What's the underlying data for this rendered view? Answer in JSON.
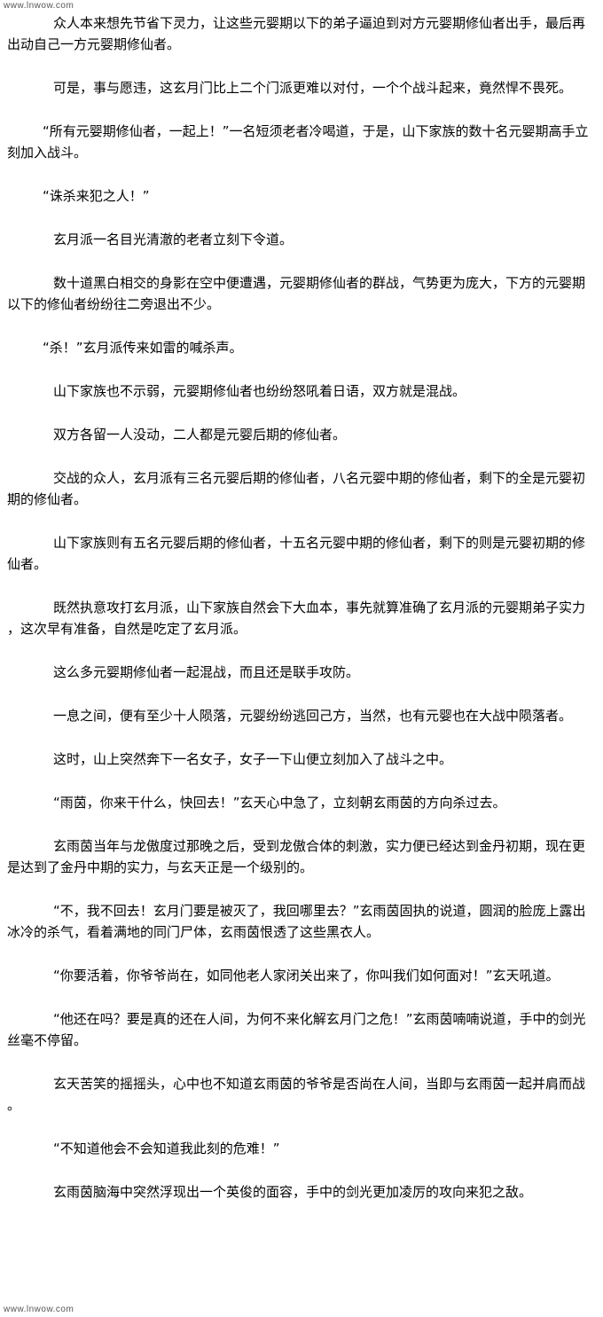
{
  "watermark": {
    "top": "www.lnwow.com",
    "bottom": "www.lnwow.com"
  },
  "paragraphs": [
    {
      "text": "众人本来想先节省下灵力，让这些元婴期以下的弟子逼迫到对方元婴期修仙者出手，最后再出动自己一方元婴期修仙者。",
      "gap": 0,
      "indent": "normal"
    },
    {
      "text": "可是，事与愿违，这玄月门比上二个门派更难以对付，一个个战斗起来，竟然悍不畏死。",
      "gap": 25,
      "indent": "normal"
    },
    {
      "text": "“所有元婴期修仙者，一起上！”一名短须老者冷喝道，于是，山下家族的数十名元婴期高手立刻加入战斗。",
      "gap": 25,
      "indent": "tight"
    },
    {
      "text": "“诛杀来犯之人！”",
      "gap": 25,
      "indent": "tight"
    },
    {
      "text": "玄月派一名目光清澈的老者立刻下令道。",
      "gap": 25,
      "indent": "normal"
    },
    {
      "text": "数十道黑白相交的身影在空中便遭遇，元婴期修仙者的群战，气势更为庞大，下方的元婴期以下的修仙者纷纷往二旁退出不少。",
      "gap": 25,
      "indent": "normal"
    },
    {
      "text": "“杀！”玄月派传来如雷的喊杀声。",
      "gap": 25,
      "indent": "tight"
    },
    {
      "text": "山下家族也不示弱，元婴期修仙者也纷纷怒吼着日语，双方就是混战。",
      "gap": 25,
      "indent": "normal"
    },
    {
      "text": "双方各留一人没动，二人都是元婴后期的修仙者。",
      "gap": 25,
      "indent": "normal"
    },
    {
      "text": "交战的众人，玄月派有三名元婴后期的修仙者，八名元婴中期的修仙者，剩下的全是元婴初期的修仙者。",
      "gap": 25,
      "indent": "normal"
    },
    {
      "text": "山下家族则有五名元婴后期的修仙者，十五名元婴中期的修仙者，剩下的则是元婴初期的修仙者。",
      "gap": 25,
      "indent": "normal"
    },
    {
      "text": "既然执意攻打玄月派，山下家族自然会下大血本，事先就算准确了玄月派的元婴期弟子实力，这次早有准备，自然是吃定了玄月派。",
      "gap": 25,
      "indent": "normal"
    },
    {
      "text": "这么多元婴期修仙者一起混战，而且还是联手攻防。",
      "gap": 25,
      "indent": "normal"
    },
    {
      "text": "一息之间，便有至少十人陨落，元婴纷纷逃回己方，当然，也有元婴也在大战中陨落者。",
      "gap": 25,
      "indent": "normal"
    },
    {
      "text": "这时，山上突然奔下一名女子，女子一下山便立刻加入了战斗之中。",
      "gap": 25,
      "indent": "normal"
    },
    {
      "text": "“雨茵，你来干什么，快回去！”玄天心中急了，立刻朝玄雨茵的方向杀过去。",
      "gap": 25,
      "indent": "normal"
    },
    {
      "text": "玄雨茵当年与龙傲度过那晚之后，受到龙傲合体的刺激，实力便已经达到金丹初期，现在更是达到了金丹中期的实力，与玄天正是一个级别的。",
      "gap": 25,
      "indent": "normal"
    },
    {
      "text": "“不，我不回去！玄月门要是被灭了，我回哪里去？”玄雨茵固执的说道，圆润的脸庞上露出冰冷的杀气，看着满地的同门尸体，玄雨茵恨透了这些黑衣人。",
      "gap": 25,
      "indent": "normal"
    },
    {
      "text": "“你要活着，你爷爷尚在，如同他老人家闭关出来了，你叫我们如何面对！”玄天吼道。",
      "gap": 25,
      "indent": "normal"
    },
    {
      "text": "“他还在吗？要是真的还在人间，为何不来化解玄月门之危！”玄雨茵喃喃说道，手中的剑光丝毫不停留。",
      "gap": 25,
      "indent": "normal"
    },
    {
      "text": "玄天苦笑的摇摇头，心中也不知道玄雨茵的爷爷是否尚在人间，当即与玄雨茵一起并肩而战。",
      "gap": 25,
      "indent": "normal"
    },
    {
      "text": "“不知道他会不会知道我此刻的危难！”",
      "gap": 25,
      "indent": "normal"
    },
    {
      "text": "玄雨茵脑海中突然浮现出一个英俊的面容，手中的剑光更加凌厉的攻向来犯之敌。",
      "gap": 25,
      "indent": "normal"
    }
  ]
}
